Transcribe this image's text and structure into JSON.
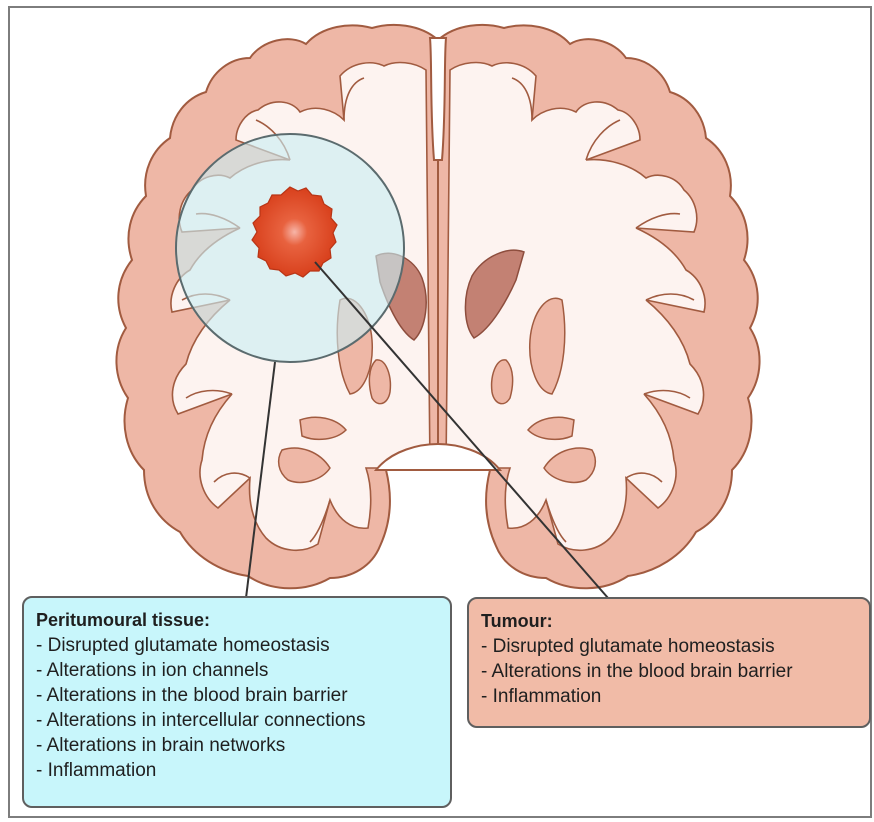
{
  "colors": {
    "cortex": "#eeb7a6",
    "cortex_outline": "#a15b40",
    "white_matter": "#fdf3f0",
    "basal_ganglia": "#c38173",
    "tumour_core": "#e2451d",
    "tumour_center": "#f5a99b",
    "peritumoural_zone": "#c9eef4",
    "peritumoural_box": "#c8f6fb",
    "tumour_box": "#f1bba7"
  },
  "peritumoural": {
    "title": "Peritumoural tissue:",
    "items": [
      "- Disrupted glutamate homeostasis",
      "- Alterations in ion channels",
      "- Alterations in the blood brain barrier",
      "- Alterations in intercellular connections",
      "- Alterations in brain networks",
      "- Inflammation"
    ]
  },
  "tumour": {
    "title": "Tumour:",
    "items": [
      "- Disrupted glutamate homeostasis",
      "- Alterations in the blood brain barrier",
      "- Inflammation"
    ]
  }
}
